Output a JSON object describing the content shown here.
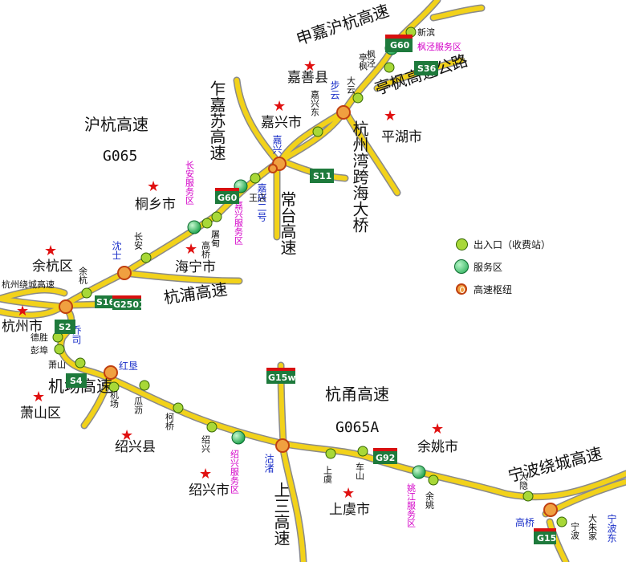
{
  "highways": {
    "hu_hang": {
      "name": "沪杭高速",
      "code": "G065"
    },
    "hang_yong": {
      "name": "杭甬高速",
      "code": "G065A"
    },
    "zhong_jia_hu_hang": "申嘉沪杭高速",
    "ting_feng": "亭枫高速公路",
    "zha_jia_su": "乍嘉苏高速",
    "hangzhou_bay": "杭州湾跨海大桥",
    "chang_tai": "常台高速",
    "hang_pu": "杭浦高速",
    "hangzhou_ring": "杭州绕城高速",
    "airport": "机场高速",
    "shangsan": "上三高速",
    "ningbo_ring": "宁波绕城高速"
  },
  "cities": [
    "嘉善县",
    "嘉兴市",
    "平湖市",
    "桐乡市",
    "海宁市",
    "余杭区",
    "杭州市",
    "萧山区",
    "绍兴县",
    "绍兴市",
    "上虞市",
    "余姚市"
  ],
  "exits": [
    "新滨",
    "枫泾",
    "亭枫",
    "大云",
    "嘉兴东",
    "王店",
    "屠甸",
    "长安",
    "高桥",
    "余杭",
    "德胜",
    "彭埠",
    "萧山",
    "机场",
    "瓜沥",
    "柯桥",
    "绍兴",
    "上虞",
    "车山",
    "余姚",
    "大隐",
    "宁波",
    "大朱家",
    "高桥"
  ],
  "service_areas": [
    "枫泾服务区",
    "长安服务区",
    "嘉兴服务区",
    "绍兴服务区",
    "姚江服务区"
  ],
  "hubs": [
    "嘉兴",
    "沈士",
    "步云",
    "嘉兴二号",
    "乔司",
    "红垦",
    "沽渚",
    "高桥",
    "宁波东"
  ],
  "signs": [
    "G60",
    "S36",
    "G60",
    "S11",
    "S16",
    "G2501",
    "S2",
    "S4",
    "G15w",
    "G92",
    "G15"
  ],
  "legend": {
    "exit": "出入口（收费站）",
    "service": "服务区",
    "hub": "高速枢纽"
  },
  "colors": {
    "road": "#f2d21a",
    "road_edge": "#8a8a8a",
    "star": "#e01010",
    "sign": "#1e7a3c",
    "sign_red": "#d81010"
  }
}
